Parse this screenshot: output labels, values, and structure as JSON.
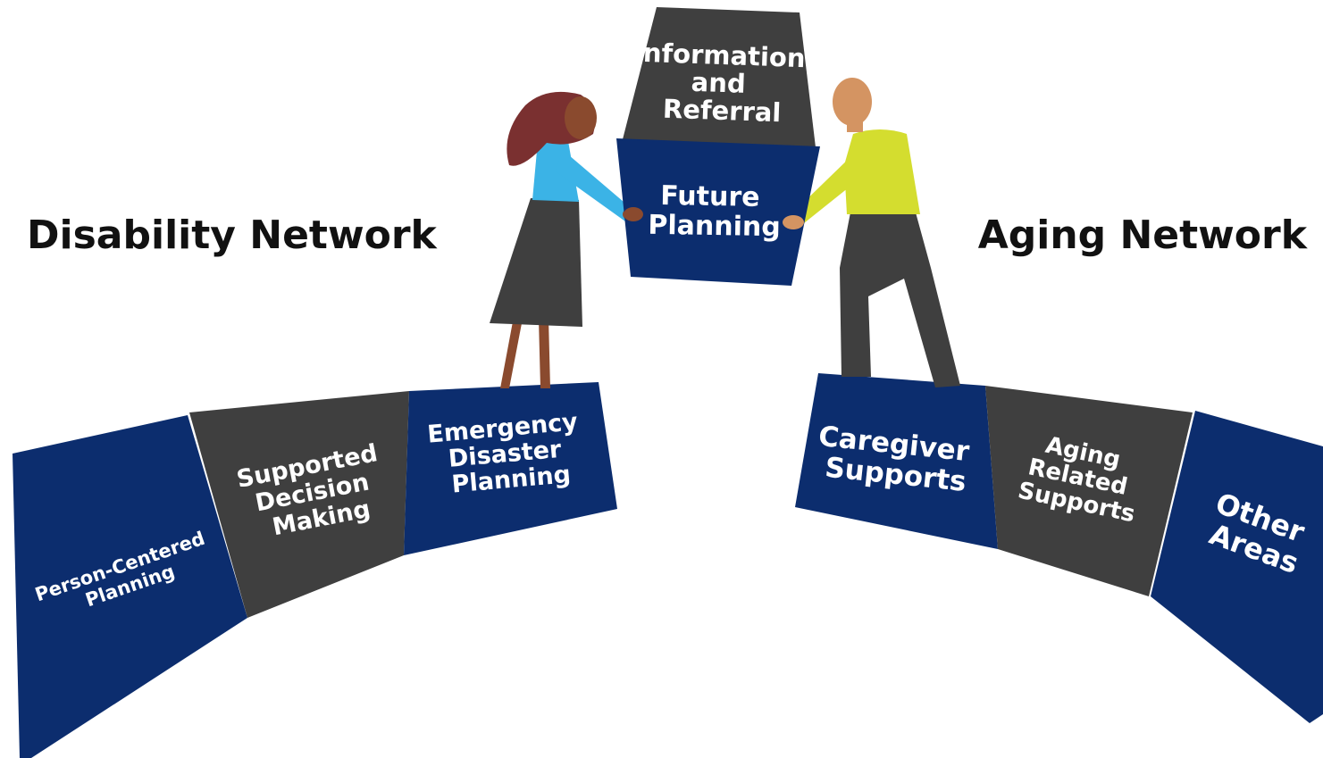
{
  "titles": {
    "left": "Disability Network",
    "right": "Aging Network"
  },
  "colors": {
    "navy": "#0c2d6e",
    "charcoal": "#3f3f3f",
    "woman_hair": "#7a3030",
    "woman_skin": "#8a4a2e",
    "woman_shirt": "#3bb3e6",
    "woman_skirt": "#3f3f3f",
    "man_skin": "#d49462",
    "man_shirt": "#d4dd2f",
    "man_pants": "#3f3f3f"
  },
  "center_blocks": {
    "top": {
      "lines": [
        "Information",
        "and",
        "Referral"
      ]
    },
    "bottom": {
      "lines": [
        "Future",
        "Planning"
      ]
    }
  },
  "left_blocks": [
    {
      "lines": [
        "Person-Centered",
        "Planning"
      ]
    },
    {
      "lines": [
        "Supported",
        "Decision",
        "Making"
      ]
    },
    {
      "lines": [
        "Emergency",
        "Disaster",
        "Planning"
      ]
    }
  ],
  "right_blocks": [
    {
      "lines": [
        "Caregiver",
        "Supports"
      ]
    },
    {
      "lines": [
        "Aging",
        "Related",
        "Supports"
      ]
    },
    {
      "lines": [
        "Other",
        "Areas"
      ]
    }
  ]
}
